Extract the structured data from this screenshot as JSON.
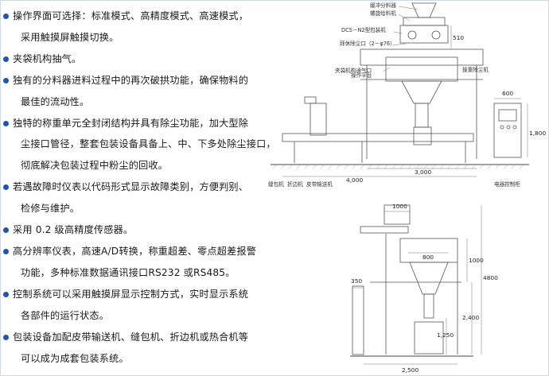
{
  "bullets": [
    {
      "lines": [
        "操作界面可选择：标准模式、高精度模式、高速模式，",
        "采用触摸屏触摸切换。"
      ]
    },
    {
      "lines": [
        "夹袋机构抽气。"
      ]
    },
    {
      "lines": [
        "独有的分料器进料过程中的再次破拱功能，确保物料的",
        "最佳的流动性。"
      ]
    },
    {
      "lines": [
        "独特的称重单元全封闭结构并具有除尘功能，加大型除",
        "尘接口管径，整套包装设备具备上、中、下多处除尘接口，",
        "彻底解决包装过程中粉尘的回收。"
      ]
    },
    {
      "lines": [
        "若遇故障时仪表以代码形式显示故障类别，方便判别、",
        "检修与维护。"
      ]
    },
    {
      "lines": [
        "采用 0.2 级高精度传感器。"
      ]
    },
    {
      "lines": [
        "高分辨率仪表，高速A/D转换，称重超差、零点超差报警",
        "功能，多种标准数据通讯接口RS232 或RS485。"
      ]
    },
    {
      "lines": [
        "控制系统可以采用触摸屏显示控制方式，实时显示系统",
        "各部件的运行状态。"
      ]
    },
    {
      "lines": [
        "包装设备加配皮带输送机、缝包机、折边机或热合机等",
        "可以成为成套包装系统。"
      ]
    }
  ],
  "diagram_top": {
    "labels": {
      "buffer_hopper": "缓冲分料器",
      "screw_feeder": "螺旋给料机",
      "packer": "DCS－N2型包装机",
      "dust_port": "拜休除尘口（2－φ76）",
      "clamp_vent": "夹袋机构通气口",
      "platform": "操作平台",
      "weigh_platform": "操重除尘机",
      "sewing": "缝包机",
      "folding": "折边机",
      "conveyor": "皮带输送机",
      "cabinet": "电器控制柜"
    },
    "dims": {
      "d510": "510",
      "d600": "600",
      "d1800": "1,800",
      "d3000": "3,000",
      "d4000": "4,000"
    }
  },
  "diagram_bottom": {
    "dims": {
      "d1000_top": "1000",
      "d800": "800",
      "d1000_side": "1000",
      "d4800": "4800",
      "d2400": "2,400",
      "d350": "350",
      "d1250": "1,250",
      "d2500": "2,500"
    }
  },
  "colors": {
    "bullet": "#1f56a8",
    "line": "#555555",
    "text": "#1a1a1a"
  }
}
